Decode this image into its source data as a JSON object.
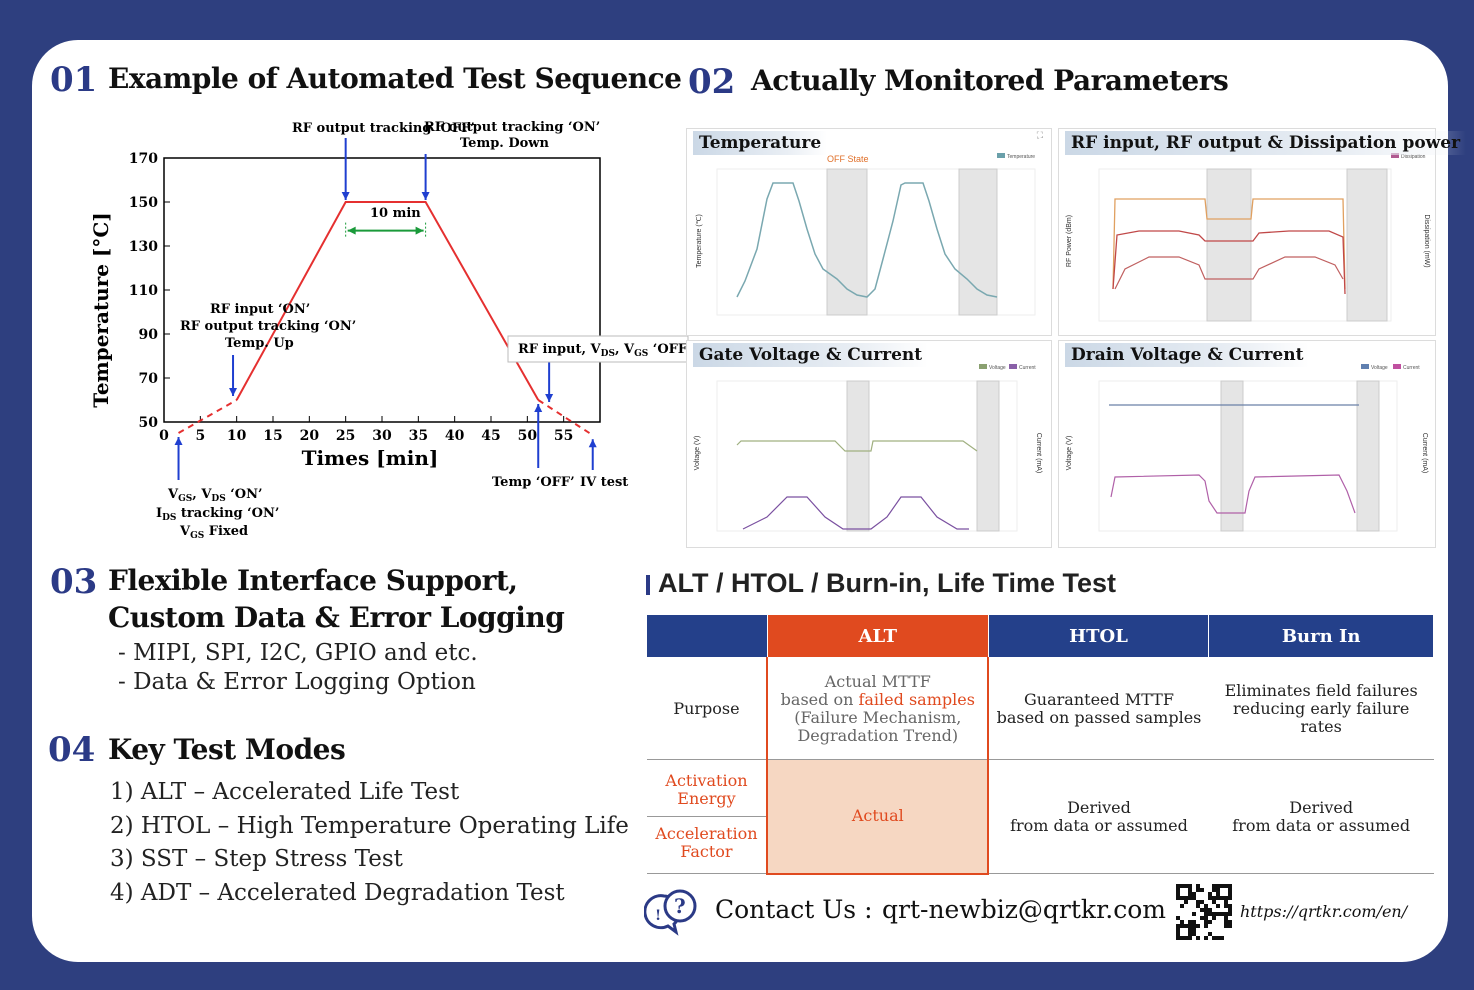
{
  "s1": {
    "num": "01",
    "title": "Example of Automated Test Sequence"
  },
  "s2": {
    "num": "02",
    "title": "Actually Monitored Parameters"
  },
  "s3": {
    "num": "03",
    "title_line1": "Flexible Interface Support,",
    "title_line2": "Custom Data & Error Logging",
    "items": [
      "- MIPI, SPI, I2C, GPIO and etc.",
      "- Data & Error Logging Option"
    ]
  },
  "s4": {
    "num": "04",
    "title": "Key Test Modes",
    "items": [
      "1) ALT – Accelerated Life Test",
      "2) HTOL – High Temperature Operating Life",
      "3) SST – Step Stress Test",
      "4) ADT – Accelerated Degradation Test"
    ]
  },
  "chart_data": {
    "type": "line",
    "xlabel": "Times [min]",
    "ylabel": "Temperature [°C]",
    "xlim": [
      0,
      60
    ],
    "ylim": [
      50,
      170
    ],
    "xticks": [
      0,
      5,
      10,
      15,
      20,
      25,
      30,
      35,
      40,
      45,
      50,
      55
    ],
    "yticks": [
      50,
      70,
      90,
      110,
      130,
      150,
      170
    ],
    "series": [
      {
        "style": "solid",
        "x": [
          10,
          25,
          36,
          51.5
        ],
        "y": [
          60,
          150,
          150,
          60
        ]
      },
      {
        "style": "dashed",
        "x": [
          2,
          10
        ],
        "y": [
          45,
          60
        ]
      },
      {
        "style": "dashed",
        "x": [
          51.5,
          59
        ],
        "y": [
          60,
          44
        ]
      }
    ],
    "annotations": {
      "rf_off": "RF output tracking ‘OFF’",
      "rf_on_1": "RF output tracking ‘ON’",
      "rf_on_2": "Temp. Down",
      "dwell": "10 min",
      "up_1": "RF input ‘ON’",
      "up_2": "RF output tracking ‘ON’",
      "up_3": "Temp. Up",
      "rfin_off": "RF input, V",
      "rfin_off_sub1": "DS",
      "rfin_off_mid": ", V",
      "rfin_off_sub2": "GS",
      "rfin_off_end": " ‘OFF’",
      "vgs_on_a": "V",
      "vgs_on_sub1": "GS",
      "vgs_on_b": ", V",
      "vgs_on_sub2": "DS",
      "vgs_on_c": " ‘ON’",
      "ids_a": "I",
      "ids_sub": "DS",
      "ids_b": " tracking ‘ON’",
      "vfix_a": "V",
      "vfix_sub": "GS",
      "vfix_b": " Fixed",
      "temp_off": "Temp ‘OFF’",
      "iv_test": "IV test"
    }
  },
  "panels": [
    {
      "title": "Temperature",
      "state": "OFF State",
      "legend": [
        "Temperature"
      ],
      "ylabel": "Temperature (℃)"
    },
    {
      "title": "RF input, RF output & Dissipation power",
      "legend": [
        "Dissipation"
      ],
      "ylabel": "RF Power (dBm)",
      "ylabel2": "Dissipation (mW)"
    },
    {
      "title": "Gate Voltage & Current",
      "legend": [
        "Voltage",
        "Current"
      ],
      "ylabel": "Voltage (V)",
      "ylabel2": "Current (mA)"
    },
    {
      "title": "Drain Voltage & Current",
      "legend": [
        "Voltage",
        "Current"
      ],
      "ylabel": "Voltage (V)",
      "ylabel2": "Current (mA)"
    }
  ],
  "table": {
    "heading": "ALT / HTOL / Burn-in, Life Time Test",
    "columns": [
      "",
      "ALT",
      "HTOL",
      "Burn In"
    ],
    "purpose": {
      "label": "Purpose",
      "alt_1": "Actual MTTF",
      "alt_2a": "based on ",
      "alt_2b": "failed samples",
      "alt_3": "(Failure Mechanism,",
      "alt_4": "Degradation Trend)",
      "htol_1": "Guaranteed MTTF",
      "htol_2": "based on passed samples",
      "burn_1": "Eliminates field failures",
      "burn_2": "reducing early failure",
      "burn_3": "rates"
    },
    "energy": {
      "label_1a": "Activation",
      "label_1b": "Energy",
      "label_2a": "Acceleration",
      "label_2b": "Factor",
      "alt": "Actual",
      "htol_1": "Derived",
      "htol_2": "from data or assumed",
      "burn_1": "Derived",
      "burn_2": "from data or assumed"
    }
  },
  "contact": {
    "label": "Contact Us :",
    "email": "qrt-newbiz@qrtkr.com",
    "url": "https://qrtkr.com/en/"
  },
  "colors": {
    "navy": "#2e3f7f",
    "accent": "#e04a1f",
    "header": "#24408a"
  }
}
